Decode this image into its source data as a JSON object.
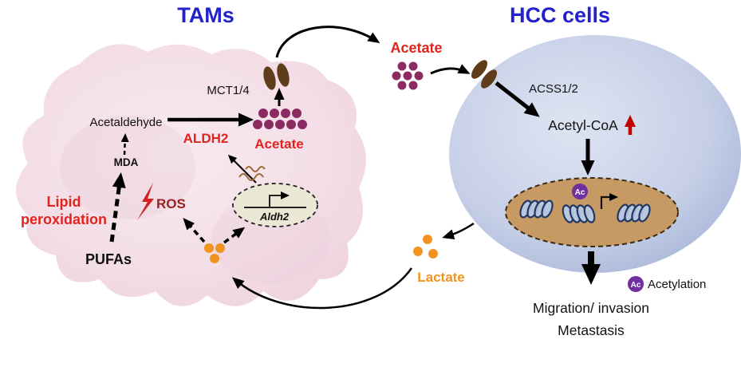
{
  "titles": {
    "tams": "TAMs",
    "hcc": "HCC cells"
  },
  "tam_cell": {
    "acetaldehyde": "Acetaldehyde",
    "mda": "MDA",
    "ros": "ROS",
    "lipid_line1": "Lipid",
    "lipid_line2": "peroxidation",
    "pufas": "PUFAs",
    "aldh2_enzyme": "ALDH2",
    "acetate": "Acetate",
    "mct14": "MCT1/4",
    "aldh2_gene": "Aldh2"
  },
  "intercellular": {
    "acetate": "Acetate",
    "lactate": "Lactate"
  },
  "hcc_cell": {
    "acss12": "ACSS1/2",
    "acetyl_coa": "Acetyl-CoA",
    "ac_mark": "Ac",
    "legend_ac": "Ac",
    "legend_acetylation": "Acetylation",
    "migration_invasion": "Migration/ invasion",
    "metastasis": "Metastasis"
  },
  "colors": {
    "title_blue": "#2222cc",
    "red": "#e3231e",
    "dark_red": "#9c1f1f",
    "acetate_dots": "#8c2a62",
    "lactate_orange": "#f0941f",
    "tam_pink": "#f4e1e8",
    "hcc_blue": "#a3b2d6",
    "transporter_brown": "#5f3d1a",
    "nucleus_tan": "#c89a63",
    "ac_purple": "#7030a0",
    "acetylcoa_up_arrow_red": "#c00000",
    "dna_coil_navy": "#1f3864"
  }
}
